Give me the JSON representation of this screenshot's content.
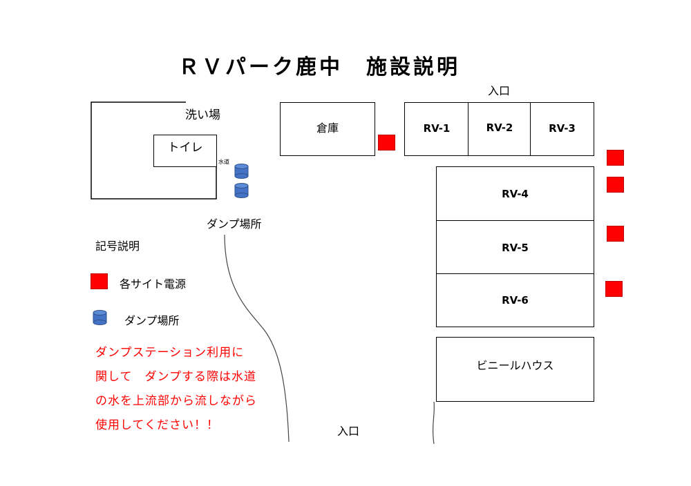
{
  "title": "ＲＶパーク鹿中　施設説明",
  "entrance_top": "入口",
  "entrance_bottom": "入口",
  "facilities": {
    "wash_area": "洗い場",
    "toilet": "トイレ",
    "water": "水道",
    "dump_area": "ダンプ場所",
    "warehouse": "倉庫",
    "greenhouse": "ビニールハウス"
  },
  "sites": [
    "RV-1",
    "RV-2",
    "RV-3",
    "RV-4",
    "RV-5",
    "RV-6"
  ],
  "legend": {
    "heading": "記号説明",
    "power": "各サイト電源",
    "dump": "ダンプ場所"
  },
  "note_lines": [
    "ダンプステーション利用に",
    "関して　ダンプする際は水道",
    "の水を上流部から流しながら",
    "使用してください！！"
  ],
  "colors": {
    "power_symbol": "#ff0000",
    "dump_symbol": "#4472c4",
    "note_text": "#ff0000"
  }
}
